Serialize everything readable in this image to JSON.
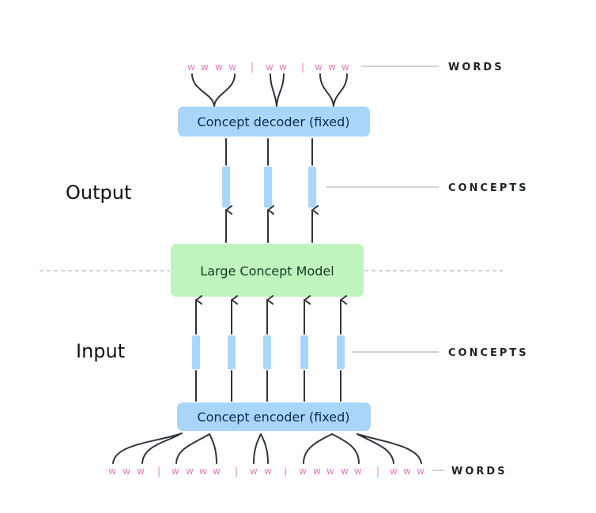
{
  "diagram": {
    "side_labels": {
      "output": "Output",
      "input": "Input"
    },
    "legend": {
      "words_top": "WORDS",
      "concepts_top": "CONCEPTS",
      "concepts_bottom": "CONCEPTS",
      "words_bottom": "WORDS"
    },
    "boxes": {
      "decoder": "Concept decoder (fixed)",
      "model": "Large Concept Model",
      "encoder": "Concept encoder (fixed)"
    },
    "top_words": {
      "groups": [
        [
          "w",
          "w",
          "w",
          "w"
        ],
        [
          "w",
          "w"
        ],
        [
          "w",
          "w",
          "w"
        ]
      ],
      "separator": "|"
    },
    "bottom_words": {
      "groups": [
        [
          "w",
          "w",
          "w"
        ],
        [
          "w",
          "w",
          "w",
          "w"
        ],
        [
          "w",
          "w"
        ],
        [
          "w",
          "w",
          "w",
          "w",
          "w"
        ],
        [
          "w",
          "w",
          "w"
        ]
      ],
      "separator": "|"
    },
    "output_concept_count": 3,
    "input_concept_count": 5,
    "colors": {
      "encoder_decoder_box": "#a9d6f8",
      "model_box": "#bff5bd",
      "concept_bar": "#a9d6f8",
      "word_token": "#e07cc0",
      "connector": "#2f353c"
    }
  }
}
